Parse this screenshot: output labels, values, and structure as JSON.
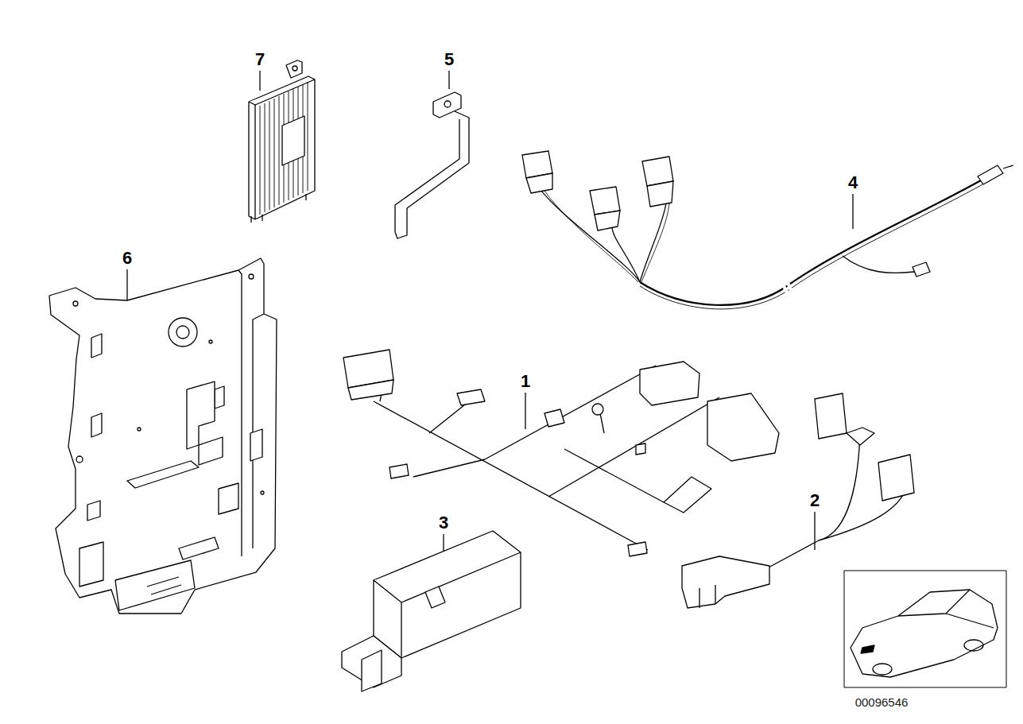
{
  "diagram": {
    "labels": [
      "7",
      "5",
      "4",
      "6",
      "1",
      "2",
      "3",
      "00096546"
    ]
  }
}
